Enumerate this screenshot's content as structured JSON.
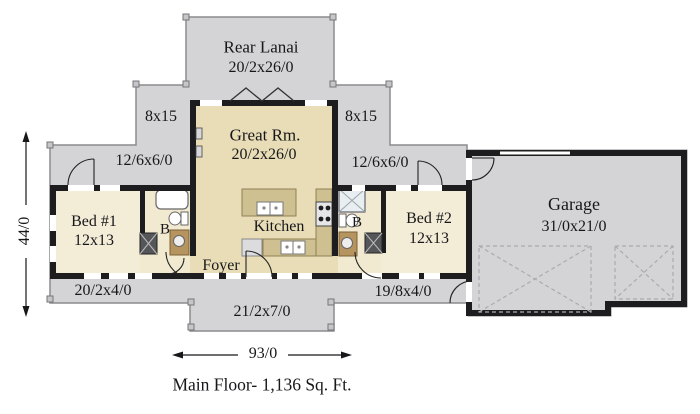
{
  "plan": {
    "rear_lanai": {
      "name": "Rear Lanai",
      "dims": "20/2x26/0"
    },
    "porch_8x15_left": "8x15",
    "porch_8x15_right": "8x15",
    "patio_left_dims": "12/6x6/0",
    "patio_right_dims": "12/6x6/0",
    "great_room": {
      "name": "Great Rm.",
      "dims": "20/2x26/0"
    },
    "kitchen": {
      "name": "Kitchen"
    },
    "foyer": {
      "name": "Foyer"
    },
    "bed1": {
      "name": "Bed #1",
      "dims": "12x13"
    },
    "bed2": {
      "name": "Bed #2",
      "dims": "12x13"
    },
    "bath1": {
      "label": "B"
    },
    "bath2": {
      "label": "B"
    },
    "garage": {
      "name": "Garage",
      "dims": "31/0x21/0"
    },
    "front_porch_left_dims": "20/2x4/0",
    "front_porch_center_dims": "21/2x7/0",
    "front_porch_right_dims": "19/8x4/0",
    "width_dim": "93/0",
    "height_dim": "44/0",
    "caption": "Main Floor- 1,136 Sq. Ft."
  },
  "colors": {
    "porch": "#d4d4d7",
    "porch-edge": "#8b8b8d",
    "wall": "#1d1d1f",
    "floor-light": "#f3ecd7",
    "floor-mid": "#e8ddb7",
    "floor-bath": "#f1e9d0",
    "counter": "#cfc092",
    "cabinet": "#b5945f",
    "closet": "#55565a",
    "fixture": "#ffffff",
    "dash": "#ababaf",
    "ink": "#17171a"
  }
}
